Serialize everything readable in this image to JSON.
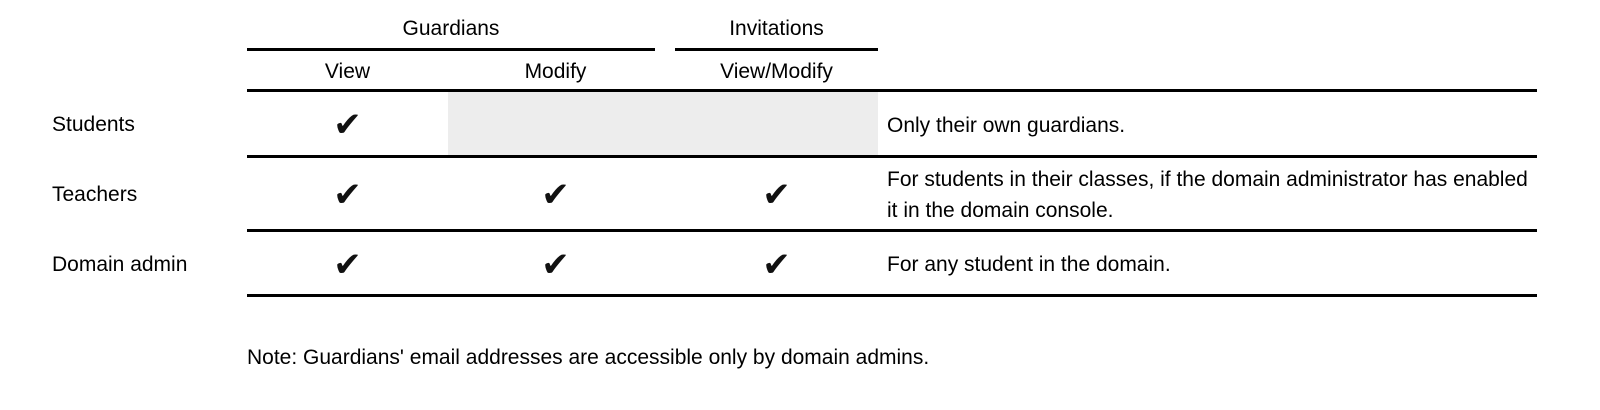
{
  "header": {
    "groups": [
      {
        "label": "Guardians"
      },
      {
        "label": "Invitations"
      }
    ],
    "columns": [
      "View",
      "Modify",
      "View/Modify"
    ]
  },
  "check_glyph": "✔",
  "rows": [
    {
      "role": "Students",
      "view": "✔",
      "modify": "",
      "view_modify": "",
      "modify_disabled": true,
      "view_modify_disabled": true,
      "note": "Only their own guardians."
    },
    {
      "role": "Teachers",
      "view": "✔",
      "modify": "✔",
      "view_modify": "✔",
      "modify_disabled": false,
      "view_modify_disabled": false,
      "note": "For students in their classes, if the domain administrator has enabled it in the domain console."
    },
    {
      "role": "Domain admin",
      "view": "✔",
      "modify": "✔",
      "view_modify": "✔",
      "modify_disabled": false,
      "view_modify_disabled": false,
      "note": "For any student in the domain."
    }
  ],
  "footnote": "Note: Guardians' email addresses are accessible only by domain admins.",
  "colors": {
    "disabled_cell": "#ededed",
    "rule": "#000000",
    "text": "#000000",
    "check": "#111111"
  }
}
